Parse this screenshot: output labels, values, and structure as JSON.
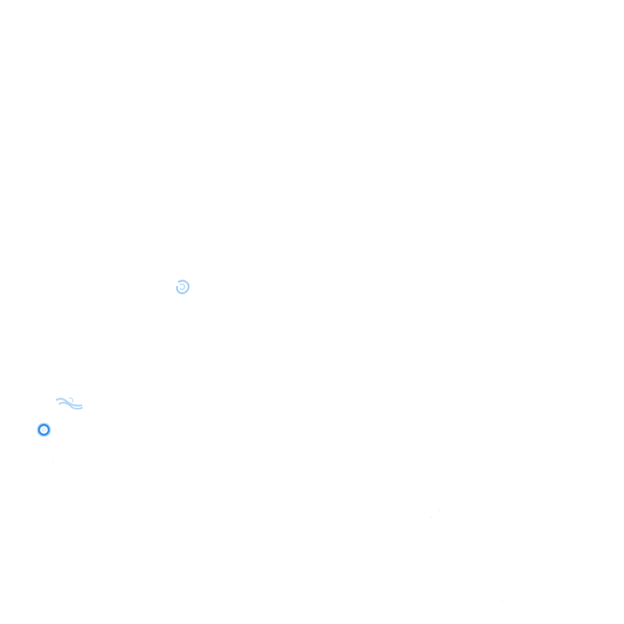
{
  "scene": {
    "background_color": "#ffffff",
    "description_colors": {
      "light_blue": "#a9d3f7",
      "mid_blue": "#7fbdf0",
      "bright_blue": "#2f8fe8"
    }
  },
  "specks": [
    {
      "name": "blue-speck-upper",
      "icon": "blue-smudge",
      "color": "#9fcdf4"
    },
    {
      "name": "blue-smudge-left",
      "icon": "blue-smudge",
      "color": "#a9d3f7"
    },
    {
      "name": "blue-ring-speck",
      "icon": "blue-ring",
      "color": "#2f8fe8"
    }
  ]
}
